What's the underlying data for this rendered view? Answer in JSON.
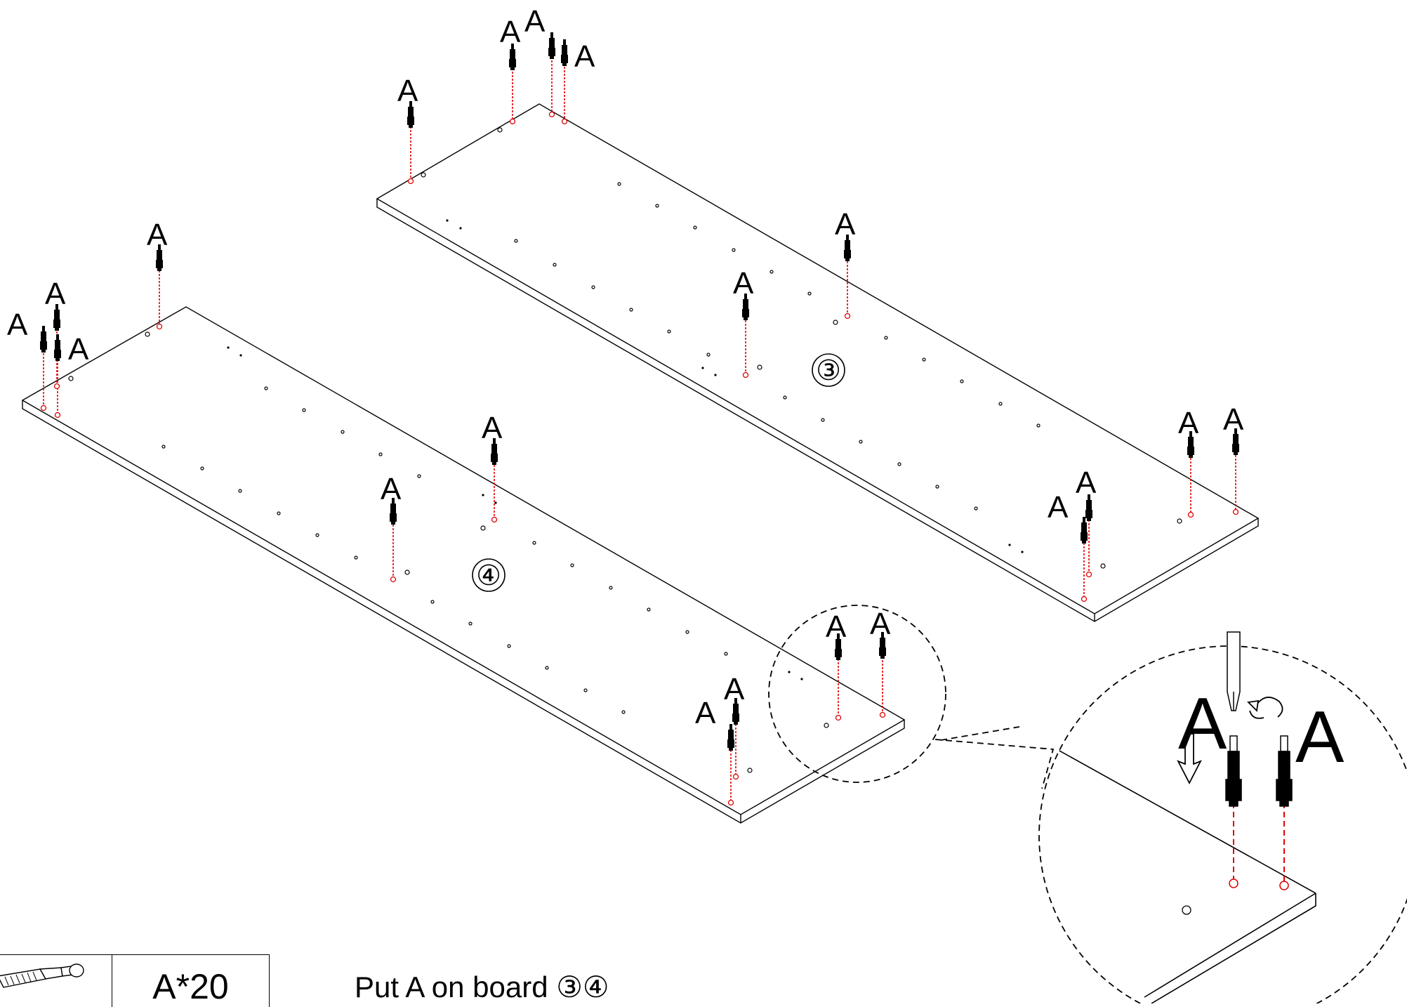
{
  "board_labels": {
    "board_3": "③",
    "board_4": "④"
  },
  "part_label": "A",
  "parts_list": {
    "item_label": "A",
    "count_label": "A*20",
    "icon": "dowel-screw-icon"
  },
  "instruction_text": "Put A on board ③④",
  "zoom_detail": {
    "labels": [
      "A",
      "A"
    ],
    "tool_icon": "screwdriver-icon",
    "rotate_icon": "rotate-arrow-icon",
    "down_icon": "down-arrow-icon"
  },
  "colors": {
    "line": "#000000",
    "guide": "#e00000"
  }
}
